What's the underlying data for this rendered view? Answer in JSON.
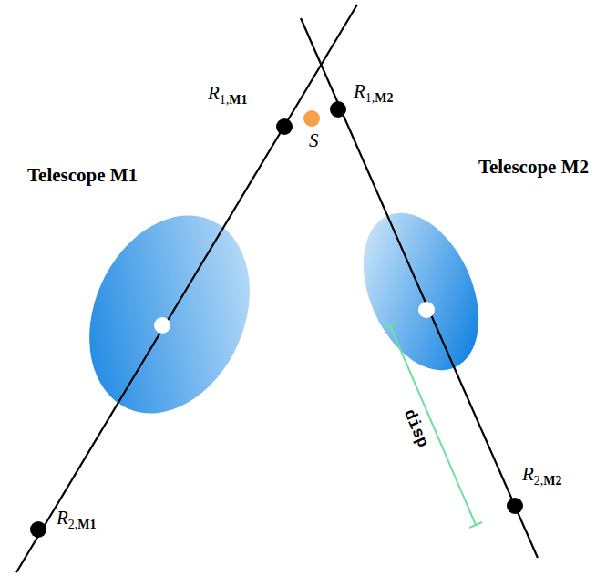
{
  "diagram": {
    "labels": [
      "Telescope M1",
      "Telescope M2",
      "R1,M1",
      "R1,M2",
      "S",
      "R2,M1",
      "R2,M2",
      "disp"
    ]
  }
}
